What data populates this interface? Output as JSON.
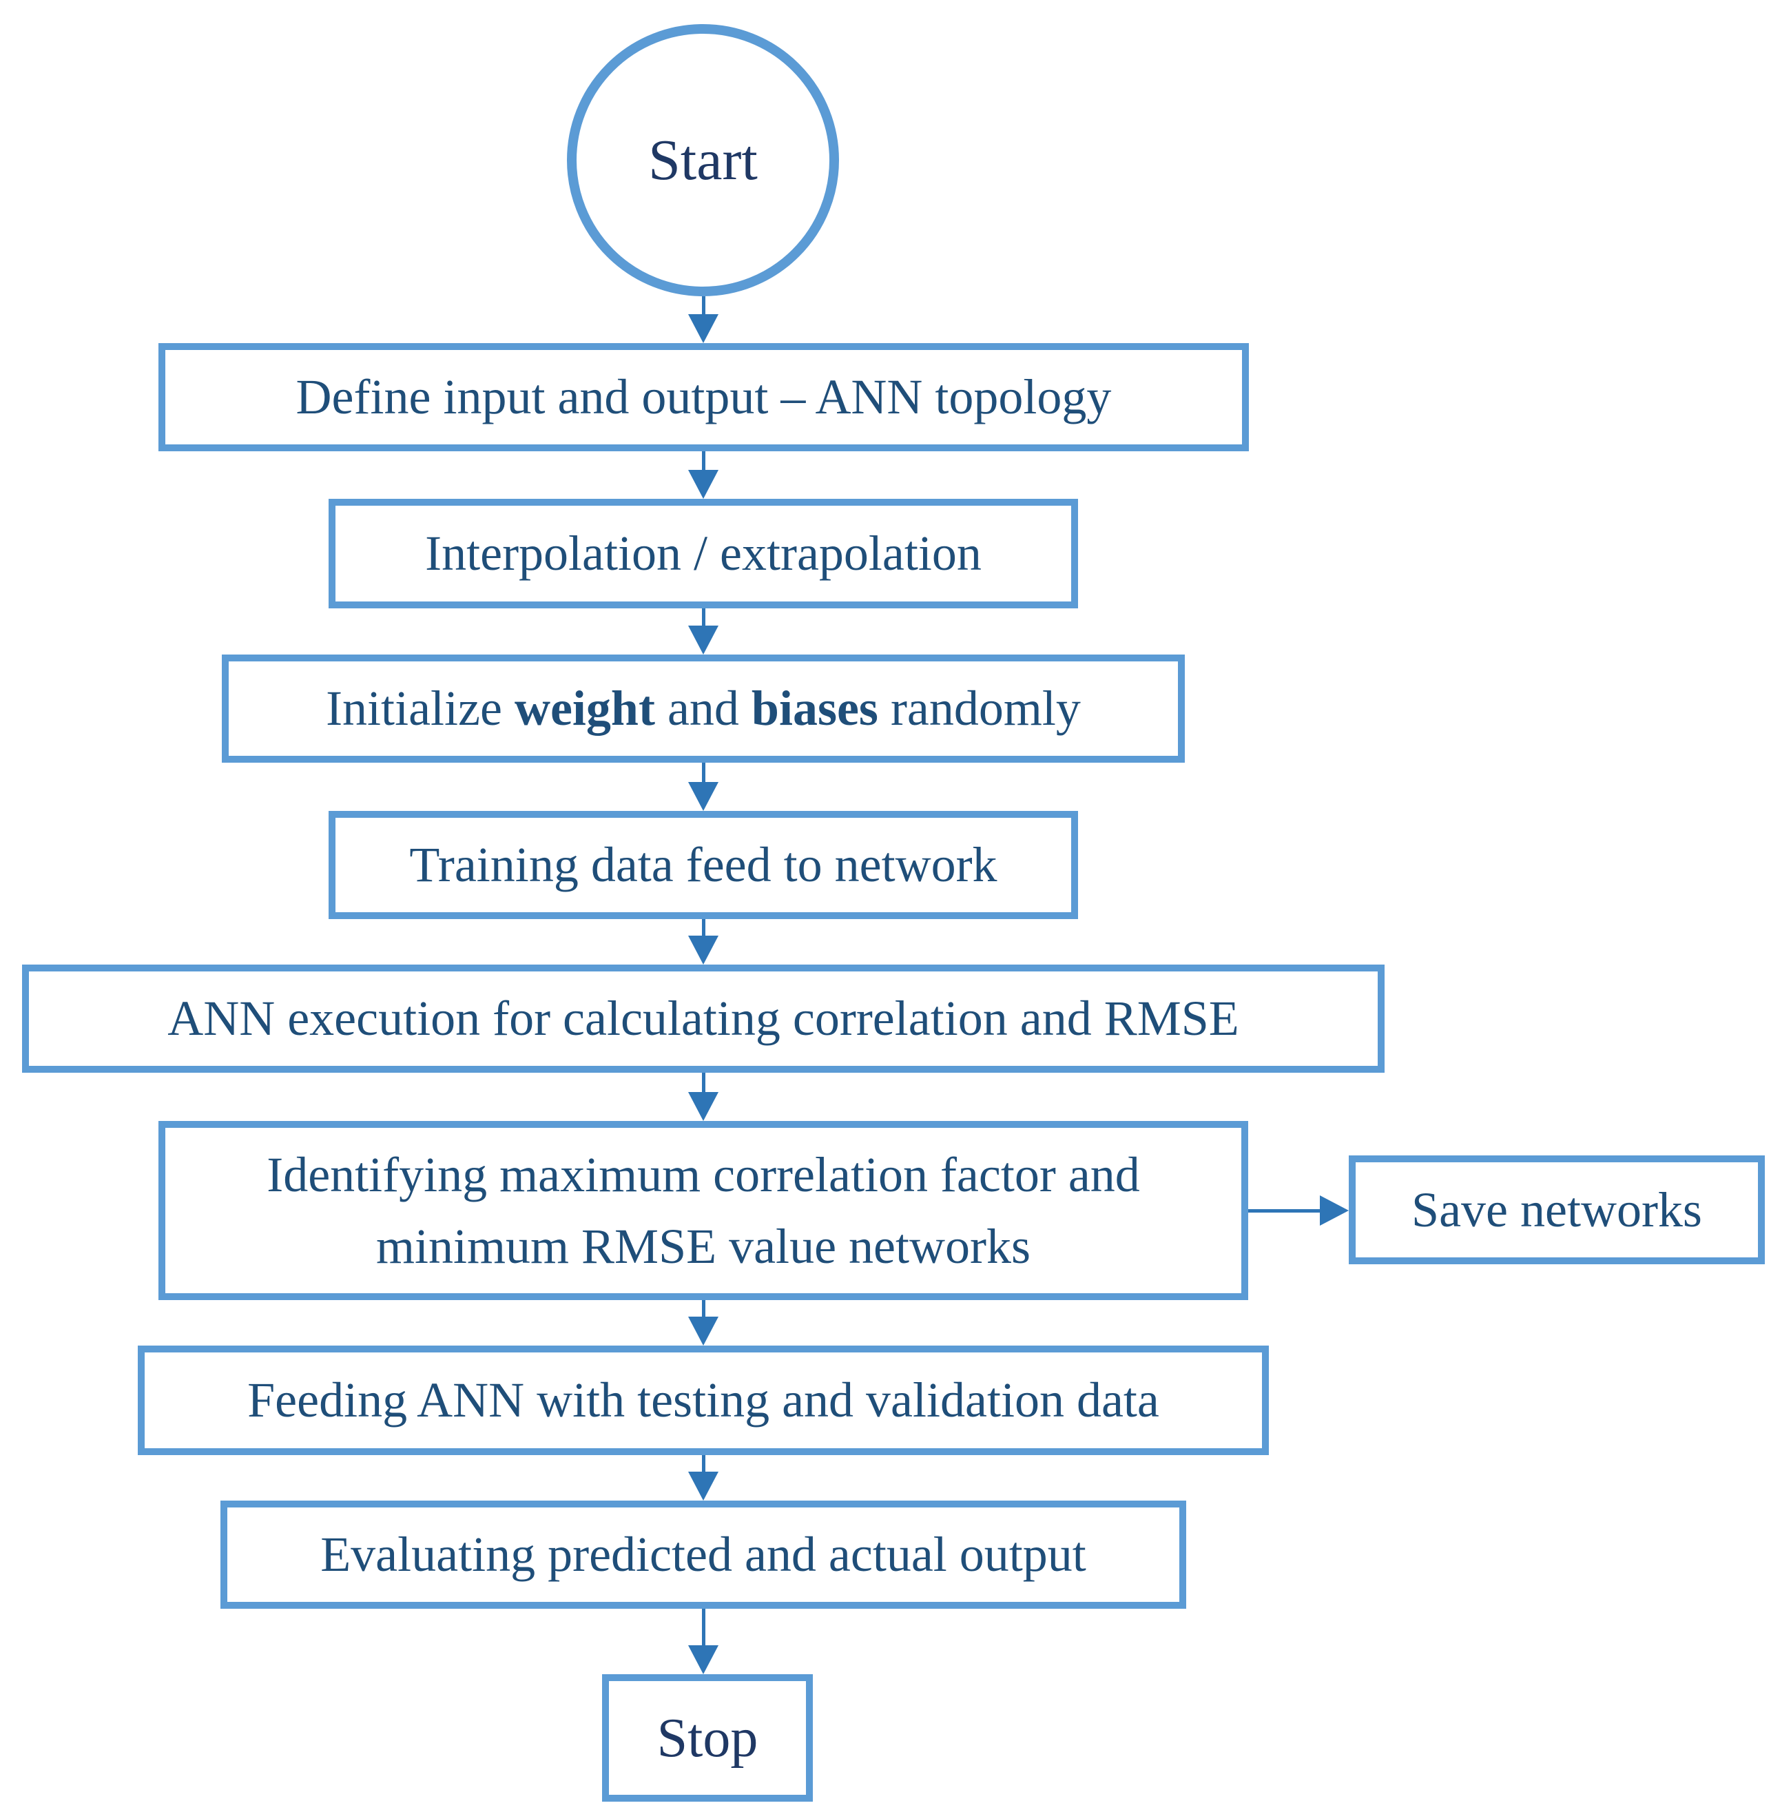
{
  "flowchart": {
    "nodes": {
      "start": {
        "label": "Start"
      },
      "define": {
        "label": "Define input and output – ANN topology"
      },
      "interpolation": {
        "label": "Interpolation / extrapolation"
      },
      "initialize": {
        "segments": {
          "s1": "Initialize ",
          "s2": "weight",
          "s3": " and ",
          "s4": "biases",
          "s5": " randomly"
        }
      },
      "training": {
        "label": "Training data feed to network"
      },
      "execution": {
        "label": "ANN execution for calculating correlation and RMSE"
      },
      "identifying": {
        "label": "Identifying maximum correlation factor and minimum RMSE value networks"
      },
      "save": {
        "label": "Save networks"
      },
      "feeding": {
        "label": "Feeding ANN with testing and validation data"
      },
      "evaluating": {
        "label": "Evaluating predicted and actual output"
      },
      "stop": {
        "label": "Stop"
      }
    },
    "colors": {
      "border": "#5B9BD5",
      "arrow": "#2E75B6",
      "text": "#1F4E79",
      "terminal_text": "#1F3864",
      "background": "#FFFFFF"
    }
  }
}
